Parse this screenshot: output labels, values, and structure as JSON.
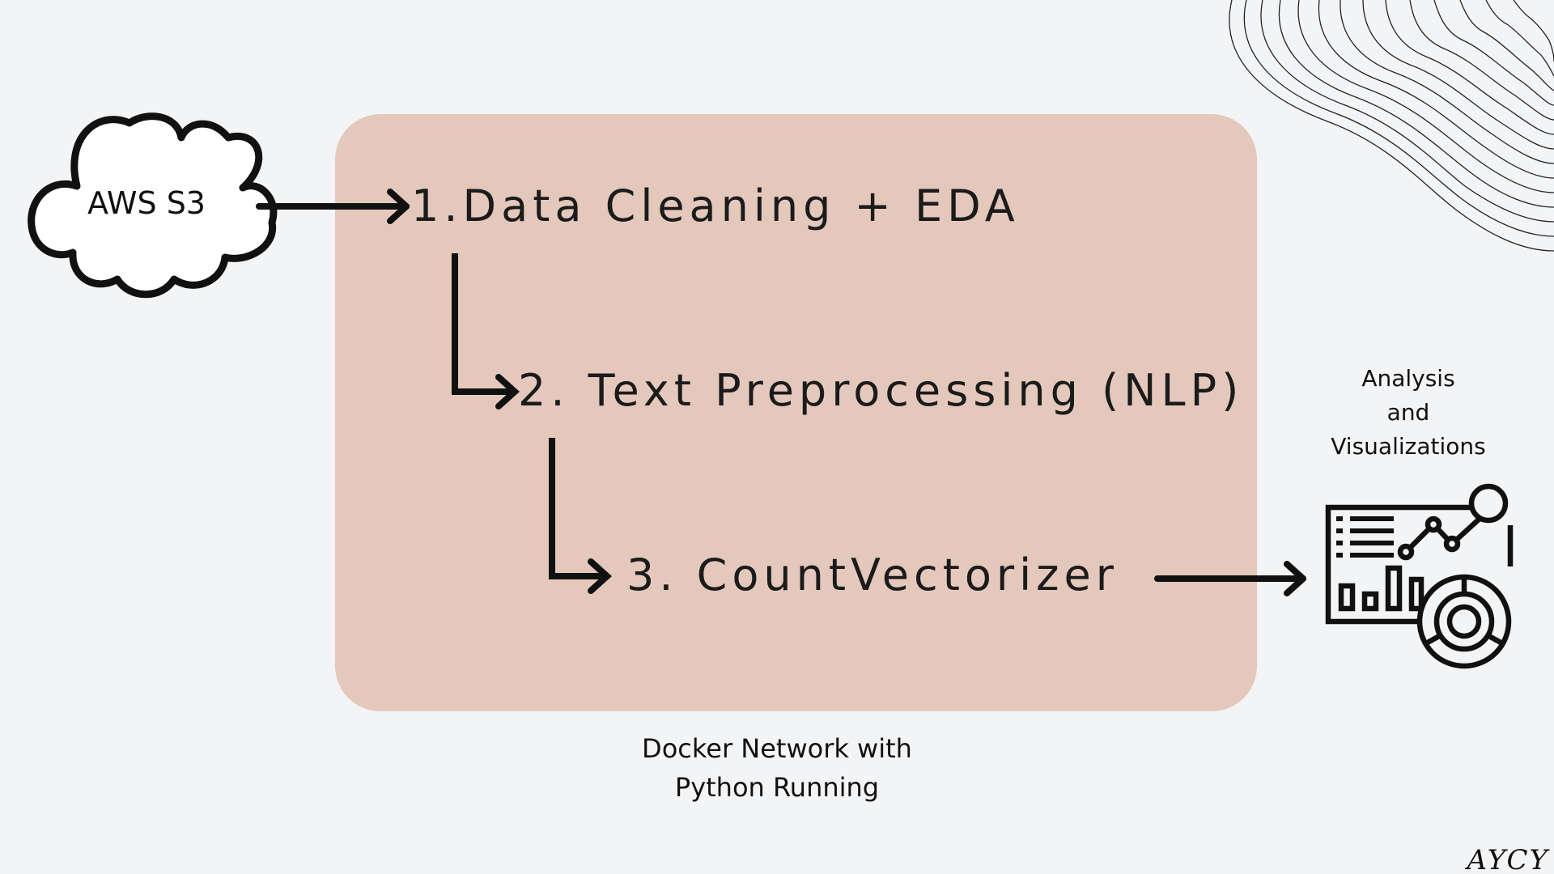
{
  "source": {
    "label": "AWS S3",
    "icon": "cloud-icon"
  },
  "container": {
    "caption_line1": "Docker Network with",
    "caption_line2": "Python Running",
    "color": "#e4c8bb"
  },
  "steps": [
    {
      "label": "1.Data Cleaning + EDA"
    },
    {
      "label": "2. Text Preprocessing (NLP)"
    },
    {
      "label": "3. CountVectorizer"
    }
  ],
  "output": {
    "line1": "Analysis",
    "line2": "and",
    "line3": "Visualizations",
    "icon": "analytics-dashboard-icon"
  },
  "decoration": {
    "icon": "wavy-lines-decoration"
  },
  "signature": "AYCY",
  "colors": {
    "background": "#f3f4f6",
    "stroke": "#111111"
  }
}
